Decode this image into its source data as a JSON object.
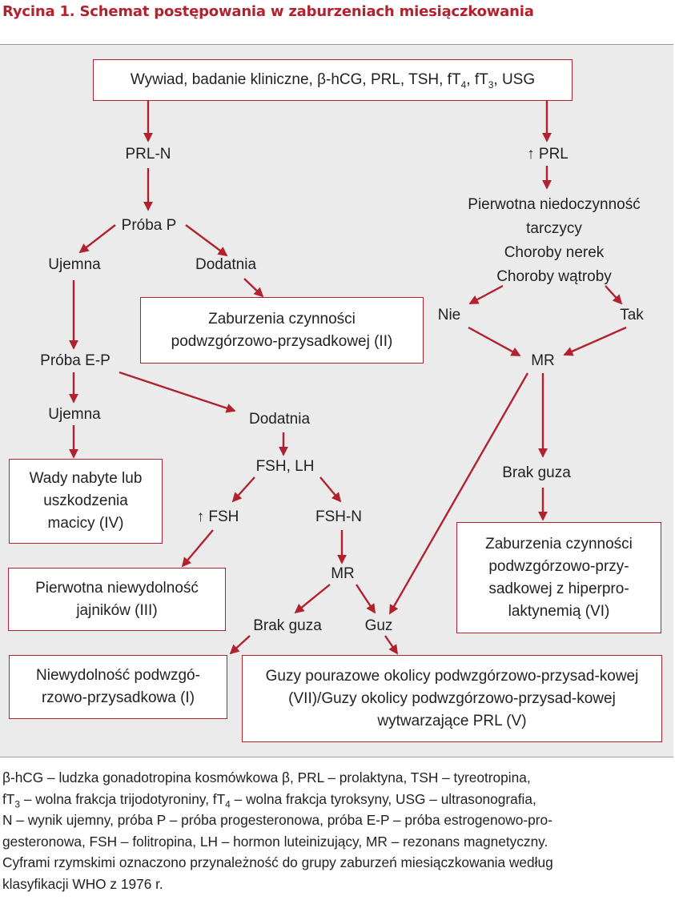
{
  "title": "Rycina 1. Schemat postępowania w zaburzeniach miesiączkowania",
  "colors": {
    "accent": "#b2222e",
    "panel_bg": "#ebebeb",
    "box_bg": "#ffffff"
  },
  "nodes": {
    "top": "Wywiad, badanie kliniczne, β-hCG, PRL, TSH, fT4, fT3, USG",
    "prl_n": "PRL-N",
    "proba_p": "Próba P",
    "ujemna1": "Ujemna",
    "dodatnia1": "Dodatnia",
    "zab_II": "Zaburzenia czynności podwzgórzowo-przysadkowej (II)",
    "proba_ep": "Próba E-P",
    "ujemna2": "Ujemna",
    "wady_IV": "Wady nabyte lub uszkodzenia macicy (IV)",
    "dodatnia2": "Dodatnia",
    "fsh_lh": "FSH, LH",
    "up_fsh": "↑ FSH",
    "fsh_n": "FSH-N",
    "pierwotna_III": "Pierwotna niewydolność jajników (III)",
    "mr_left": "MR",
    "brak_guza_left": "Brak guza",
    "guz": "Guz",
    "niewydolnosc_I": "Niewydolność podwzgó-rzowo-przysadkowa (I)",
    "guzy_VII_V": "Guzy pourazowe okolicy podwzgórzowo-przysad-kowej (VII)/Guzy okolicy podwzgórzowo-przysad-kowej wytwarzające PRL (V)",
    "up_prl": "↑ PRL",
    "conditions": [
      "Pierwotna niedoczynność",
      "tarczycy",
      "Choroby nerek",
      "Choroby wątroby"
    ],
    "nie": "Nie",
    "tak": "Tak",
    "mr_right": "MR",
    "brak_guza_right": "Brak guza",
    "zab_VI": "Zaburzenia czynności podwzgórzowo-przy-sadkowej z hiperpro-laktynemią (VI)"
  },
  "caption": [
    "β-hCG – ludzka gonadotropina kosmówkowa β, PRL – prolaktyna, TSH – tyreotropina,",
    "fT3 – wolna frakcja trijodotyroniny, fT4 – wolna frakcja tyroksyny, USG – ultrasonografia,",
    "N – wynik ujemny, próba P – próba progesteronowa, próba E-P – próba estrogenowo-pro-",
    "gesteronowa, FSH – folitropina, LH – hormon luteinizujący, MR – rezonans magnetyczny.",
    "Cyframi rzymskimi oznaczono przynależność do grupy zaburzeń miesiączkowania według",
    "klasyfikacji WHO z 1976 r."
  ]
}
